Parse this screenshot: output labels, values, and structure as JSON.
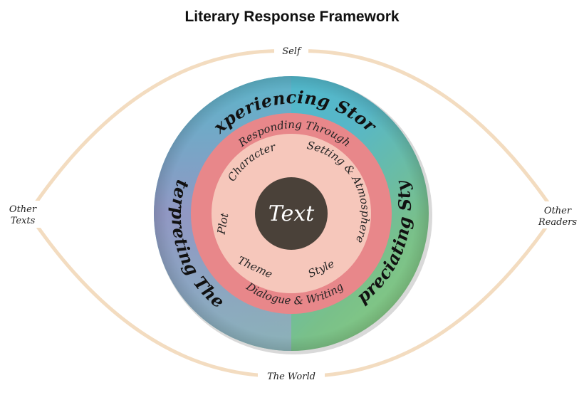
{
  "title": "Literary Response Framework",
  "compass": {
    "top": "Self",
    "bottom": "The World",
    "left_line1": "Other",
    "left_line2": "Texts",
    "right_line1": "Other",
    "right_line2": "Readers"
  },
  "outer_ring": {
    "top": "Experiencing Story",
    "left": "Interpreting Theme",
    "right": "Appreciating Style"
  },
  "middle_ring": {
    "top": "Responding Through",
    "bottom": "Dialogue & Writing"
  },
  "inner_ring": {
    "character": "Character",
    "setting": "Setting & Atmosphere",
    "plot": "Plot",
    "theme": "Theme",
    "style": "Style"
  },
  "center": "Text",
  "colors": {
    "eye_outline": "#f5dfc0",
    "ring_teal": "#4ab8cc",
    "ring_purple": "#9f8ec0",
    "ring_green": "#7cc97c",
    "ring_red": "#e8878a",
    "ring_pink": "#f6c7bb",
    "center_dark": "#4a4139"
  }
}
